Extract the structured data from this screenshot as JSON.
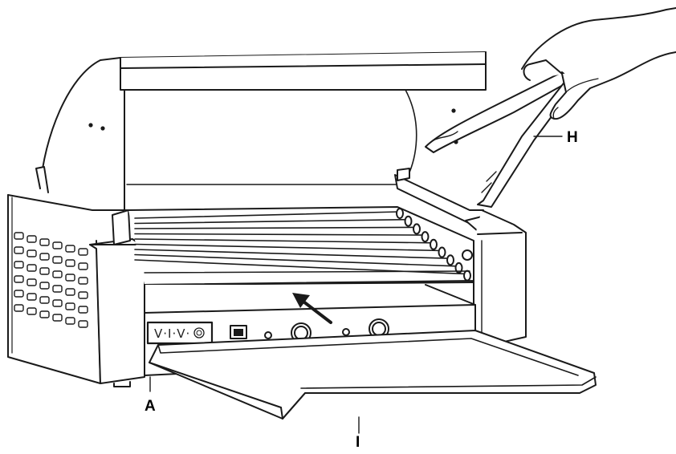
{
  "figure": {
    "brand_label": "V·I·V·",
    "callouts": {
      "a": "A",
      "h": "H",
      "i": "I"
    }
  },
  "colors": {
    "line": "#1a1a1a",
    "fill": "#ffffff",
    "shade": "#f2f2f2"
  }
}
